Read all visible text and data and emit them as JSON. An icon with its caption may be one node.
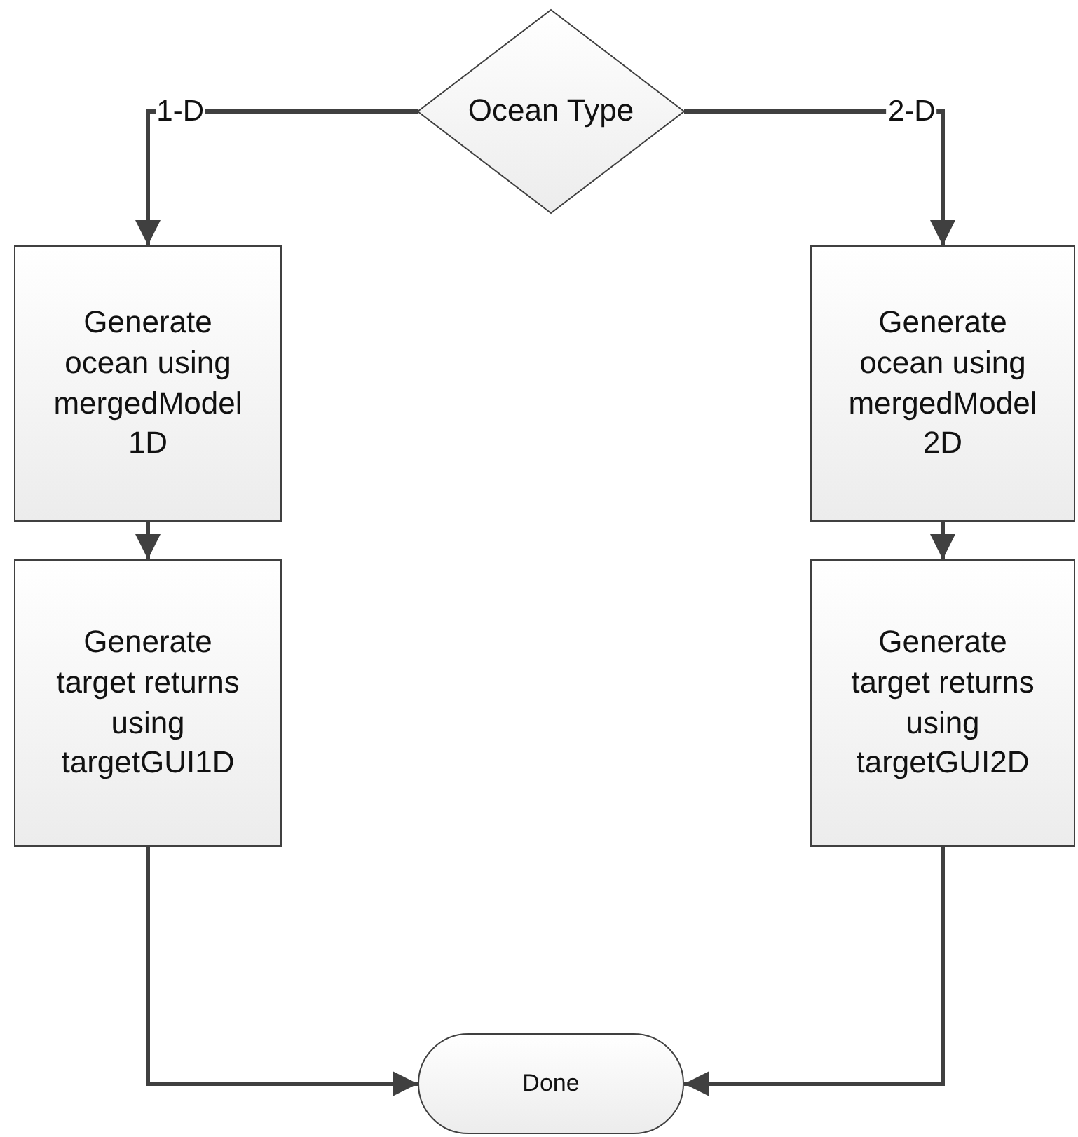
{
  "diagram": {
    "nodes": [
      {
        "text": [
          "Ocean Type"
        ]
      },
      {
        "text": [
          "Generate ocean using mergedModel 1D"
        ]
      },
      {
        "text": [
          "Generate target returns using targetGUI1D"
        ]
      },
      {
        "text": [
          "Generate ocean using mergedModel 2D"
        ]
      },
      {
        "text": [
          "Generate target returns using targetGUI2D"
        ]
      },
      {
        "text": [
          "Done"
        ]
      }
    ],
    "edges": [
      {
        "from": 0,
        "to": 1,
        "arrow": "to",
        "label": "1-D"
      },
      {
        "from": 0,
        "to": 3,
        "arrow": "to",
        "label": "2-D"
      },
      {
        "from": 1,
        "to": 2,
        "arrow": "to"
      },
      {
        "from": 3,
        "to": 4,
        "arrow": "to"
      },
      {
        "from": 2,
        "to": 5,
        "arrow": "to"
      },
      {
        "from": 4,
        "to": 5,
        "arrow": "to"
      }
    ]
  }
}
